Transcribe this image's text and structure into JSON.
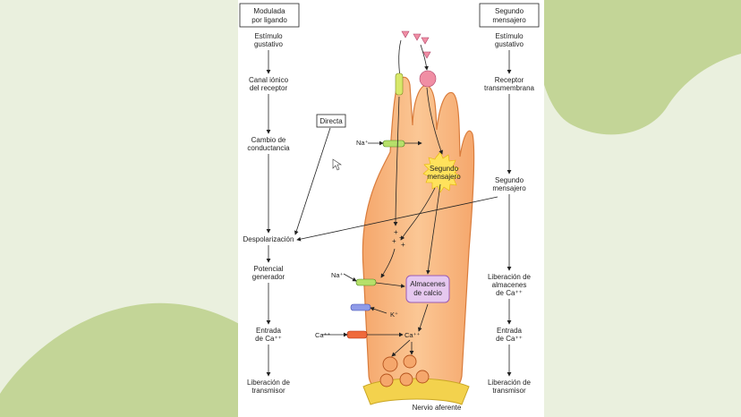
{
  "left_column": {
    "header": [
      "Modulada",
      "por ligando"
    ],
    "steps": [
      [
        "Estímulo",
        "gustativo"
      ],
      [
        "Canal iónico",
        "del receptor"
      ],
      [
        "Cambio de",
        "conductancia"
      ],
      [
        "Despolarización"
      ],
      [
        "Potencial",
        "generador"
      ],
      [
        "Entrada",
        "de Ca⁺⁺"
      ],
      [
        "Liberación de",
        "transmisor"
      ]
    ]
  },
  "right_column": {
    "header": [
      "Segundo",
      "mensajero"
    ],
    "steps": [
      [
        "Estímulo",
        "gustativo"
      ],
      [
        "Receptor",
        "transmembrana"
      ],
      [
        "Segundo",
        "mensajero"
      ],
      [
        "Liberación de",
        "almacenes",
        "de Ca⁺⁺"
      ],
      [
        "Entrada",
        "de Ca⁺⁺"
      ],
      [
        "Liberación de",
        "transmisor"
      ]
    ]
  },
  "middle": {
    "directa": "Directa",
    "segundo_mensajero": [
      "Segundo",
      "mensajero"
    ],
    "almacenes": [
      "Almacenes",
      "de calcio"
    ],
    "ion_na_top": "Na⁺",
    "ion_na_mid": "Na⁺",
    "ion_k": "K⁺",
    "ion_ca_left": "Ca⁺⁺",
    "ion_ca_right": "Ca⁺⁺",
    "nervio": "Nervio aferente"
  },
  "colors": {
    "background": "#eaf0de",
    "blob": "#c3d597",
    "cell_fill": "#f7b57d",
    "cell_stroke": "#d97c3c",
    "calcium_store": "#e6c8ef",
    "second_messenger": "#ffe25c"
  }
}
